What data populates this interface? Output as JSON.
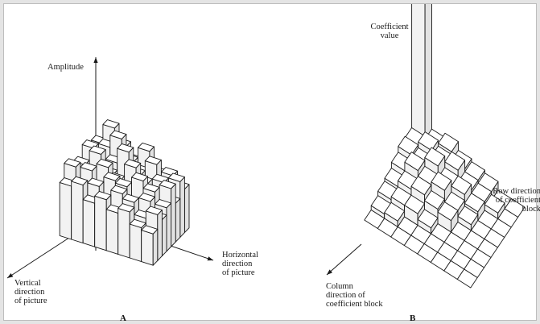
{
  "figure": {
    "panel_a": {
      "letter": "A",
      "z_axis_label": "Amplitude",
      "x_axis_label": "Horizontal\ndirection\nof picture",
      "y_axis_label": "Vertical\ndirection\nof picture"
    },
    "panel_b": {
      "letter": "B",
      "z_axis_label": "Coefficient\nvalue",
      "x_axis_label": "Row direction\nof coefficient\nblock",
      "y_axis_label": "Column\ndirection of\ncoefficient block"
    }
  },
  "colors": {
    "ink": "#1a1a1a",
    "face_top": "#ffffff",
    "face_left": "#f2f2f2",
    "face_right": "#e2e2e2"
  }
}
